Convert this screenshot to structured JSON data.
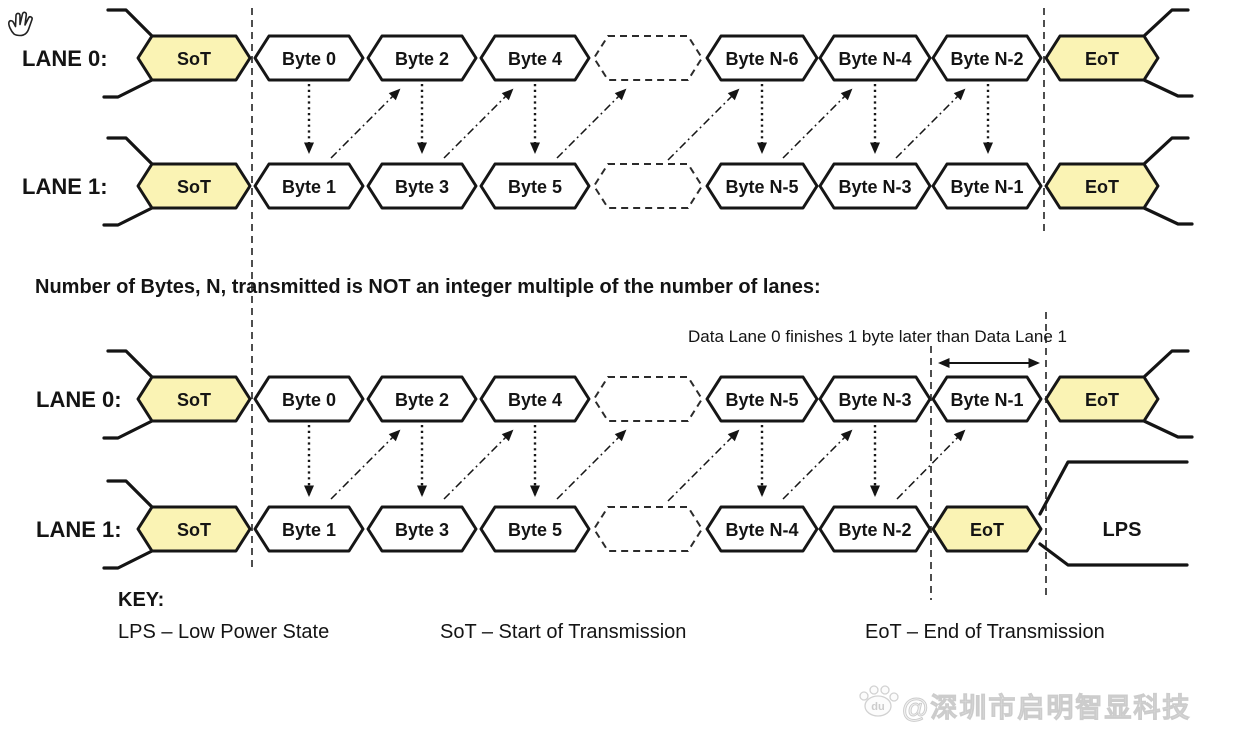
{
  "colors": {
    "box_highlight": "#faf3b4",
    "box_plain": "#ffffff",
    "line": "#161616",
    "watermark": "#cccccc"
  },
  "section1": {
    "lane0": {
      "label": "LANE 0:",
      "cells": [
        "SoT",
        "Byte 0",
        "Byte 2",
        "Byte 4",
        "Byte N-6",
        "Byte N-4",
        "Byte N-2",
        "EoT"
      ]
    },
    "lane1": {
      "label": "LANE 1:",
      "cells": [
        "SoT",
        "Byte 1",
        "Byte 3",
        "Byte 5",
        "Byte N-5",
        "Byte N-3",
        "Byte N-1",
        "EoT"
      ]
    }
  },
  "note": "Number of Bytes, N, transmitted is NOT an integer multiple of the number of lanes:",
  "section2": {
    "annotation": "Data Lane 0 finishes 1 byte later than Data Lane 1",
    "lane0": {
      "label": "LANE 0:",
      "cells": [
        "SoT",
        "Byte 0",
        "Byte 2",
        "Byte 4",
        "Byte N-5",
        "Byte N-3",
        "Byte N-1",
        "EoT"
      ]
    },
    "lane1": {
      "label": "LANE 1:",
      "cells": [
        "SoT",
        "Byte 1",
        "Byte 3",
        "Byte 5",
        "Byte N-4",
        "Byte N-2",
        "EoT"
      ],
      "lps": "LPS"
    }
  },
  "key": {
    "title": "KEY:",
    "lps": "LPS – Low Power State",
    "sot": "SoT – Start of Transmission",
    "eot": "EoT – End of Transmission"
  },
  "watermark": {
    "badge": "du",
    "text": "@深圳市启明智显科技"
  }
}
